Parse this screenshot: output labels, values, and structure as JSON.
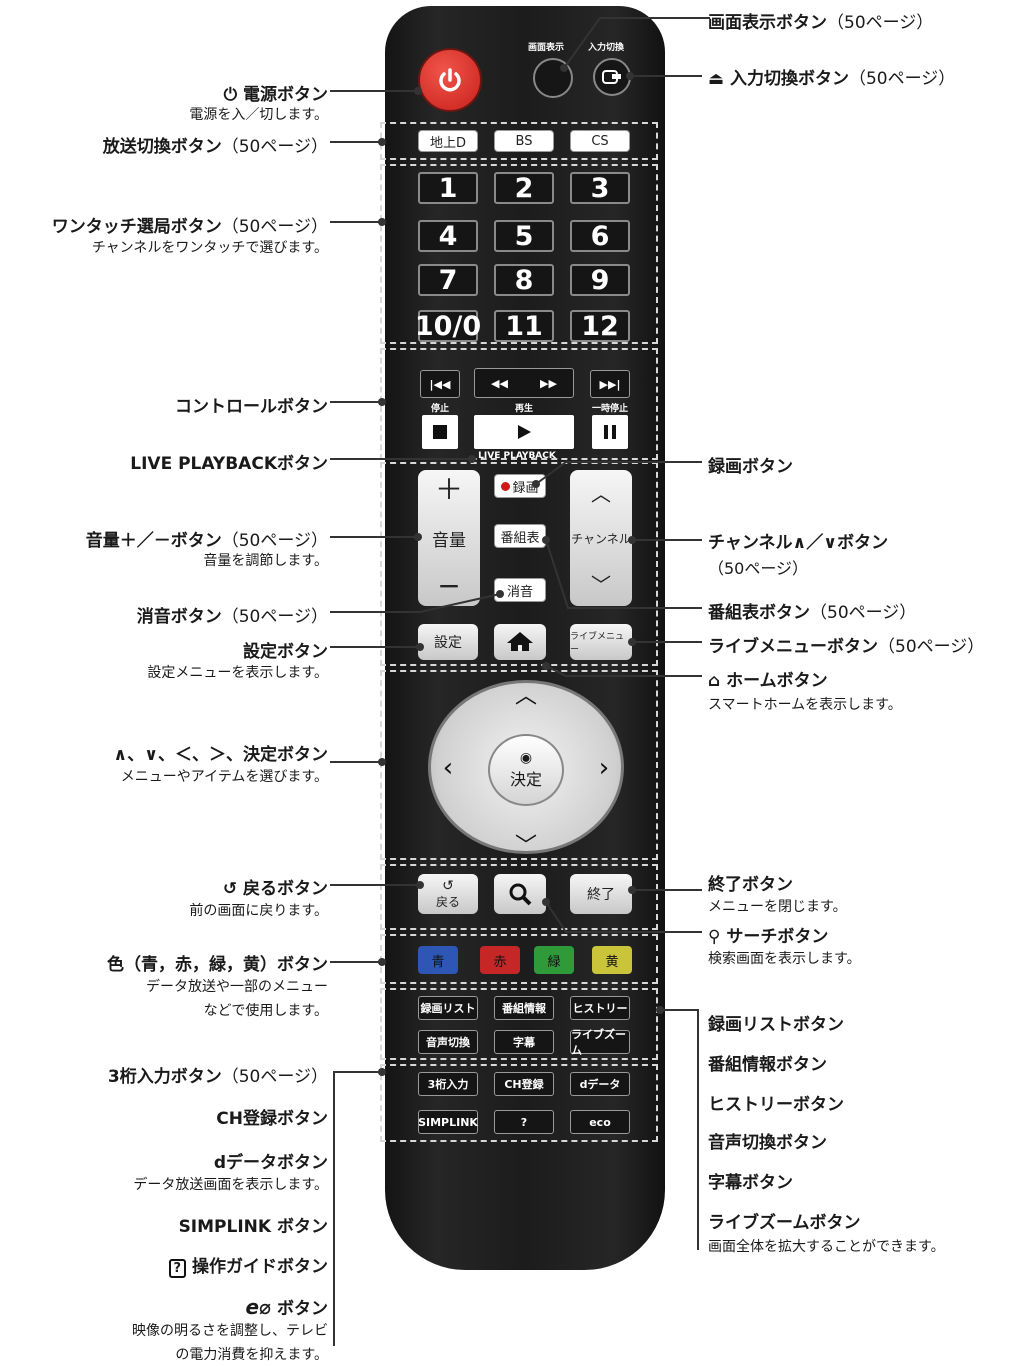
{
  "remote": {
    "top": {
      "screen_display": "画面表示",
      "input_switch": "入力切換"
    },
    "broadcast": [
      "地上D",
      "BS",
      "CS"
    ],
    "numbers": [
      "1",
      "2",
      "3",
      "4",
      "5",
      "6",
      "7",
      "8",
      "9",
      "10/0",
      "11",
      "12"
    ],
    "control_labels": {
      "stop": "停止",
      "play": "再生",
      "pause": "一時停止"
    },
    "live_playback": "LIVE PLAYBACK",
    "record": "録画",
    "volume": "音量",
    "channel": "チャンネル",
    "guide": "番組表",
    "mute": "消音",
    "settings": "設定",
    "live_menu": "ライブメニュー",
    "ok": "決定",
    "back": "戻る",
    "exit": "終了",
    "colors": [
      {
        "label": "青",
        "color": "#2d56b5"
      },
      {
        "label": "赤",
        "color": "#c52727"
      },
      {
        "label": "緑",
        "color": "#2f9a3a"
      },
      {
        "label": "黄",
        "color": "#c9c43a"
      }
    ],
    "row1": [
      "録画リスト",
      "番組情報",
      "ヒストリー"
    ],
    "row2": [
      "音声切換",
      "字幕",
      "ライブズーム"
    ],
    "row3": [
      "3桁入力",
      "CH登録",
      "dデータ"
    ],
    "row4": [
      "SIMPLINK",
      "?",
      "eco"
    ]
  },
  "left": [
    {
      "title": "電源ボタン",
      "sub": "",
      "desc": "電源を入／切します。"
    },
    {
      "title": "放送切換ボタン",
      "sub": "（50ページ）",
      "desc": ""
    },
    {
      "title": "ワンタッチ選局ボタン",
      "sub": "（50ページ）",
      "desc": "チャンネルをワンタッチで選びます。"
    },
    {
      "title": "コントロールボタン",
      "sub": "",
      "desc": ""
    },
    {
      "title": "LIVE PLAYBACKボタン",
      "sub": "",
      "desc": ""
    },
    {
      "title": "音量＋／－ボタン",
      "sub": "（50ページ）",
      "desc": "音量を調節します。"
    },
    {
      "title": "消音ボタン",
      "sub": "（50ページ）",
      "desc": ""
    },
    {
      "title": "設定ボタン",
      "sub": "",
      "desc": "設定メニューを表示します。"
    },
    {
      "title": "∧、∨、＜、＞、決定ボタン",
      "sub": "",
      "desc": "メニューやアイテムを選びます。"
    },
    {
      "title": "戻るボタン",
      "sub": "",
      "desc": "前の画面に戻ります。"
    },
    {
      "title": "色（青，赤，緑，黄）ボタン",
      "sub": "",
      "desc": "データ放送や一部のメニュー",
      "desc2": "などで使用します。"
    },
    {
      "title": "3桁入力ボタン",
      "sub": "（50ページ）",
      "desc": ""
    },
    {
      "title": "CH登録ボタン",
      "sub": "",
      "desc": ""
    },
    {
      "title": "dデータボタン",
      "sub": "",
      "desc": "データ放送画面を表示します。"
    },
    {
      "title": "SIMPLINK ボタン",
      "sub": "",
      "desc": ""
    },
    {
      "title": "操作ガイドボタン",
      "sub": "",
      "desc": ""
    },
    {
      "title": "ボタン",
      "sub": "",
      "desc": "映像の明るさを調整し、テレビ",
      "desc2": "の電力消費を抑えます。"
    }
  ],
  "right": [
    {
      "title": "画面表示ボタン",
      "sub": "（50ページ）",
      "desc": ""
    },
    {
      "title": "入力切換ボタン",
      "sub": "（50ページ）",
      "desc": ""
    },
    {
      "title": "録画ボタン",
      "sub": "",
      "desc": ""
    },
    {
      "title": "チャンネル∧／∨ボタン",
      "sub": "",
      "desc": "（50ページ）"
    },
    {
      "title": "番組表ボタン",
      "sub": "（50ページ）",
      "desc": ""
    },
    {
      "title": "ライブメニューボタン",
      "sub": "（50ページ）",
      "desc": ""
    },
    {
      "title": "ホームボタン",
      "sub": "",
      "desc": "スマートホームを表示します。"
    },
    {
      "title": "終了ボタン",
      "sub": "",
      "desc": "メニューを閉じます。"
    },
    {
      "title": "サーチボタン",
      "sub": "",
      "desc": "検索画面を表示します。"
    },
    {
      "title": "録画リストボタン",
      "sub": "",
      "desc": ""
    },
    {
      "title": "番組情報ボタン",
      "sub": "",
      "desc": ""
    },
    {
      "title": "ヒストリーボタン",
      "sub": "",
      "desc": ""
    },
    {
      "title": "音声切換ボタン",
      "sub": "",
      "desc": ""
    },
    {
      "title": "字幕ボタン",
      "sub": "",
      "desc": ""
    },
    {
      "title": "ライブズームボタン",
      "sub": "",
      "desc": "画面全体を拡大することができます。"
    }
  ]
}
